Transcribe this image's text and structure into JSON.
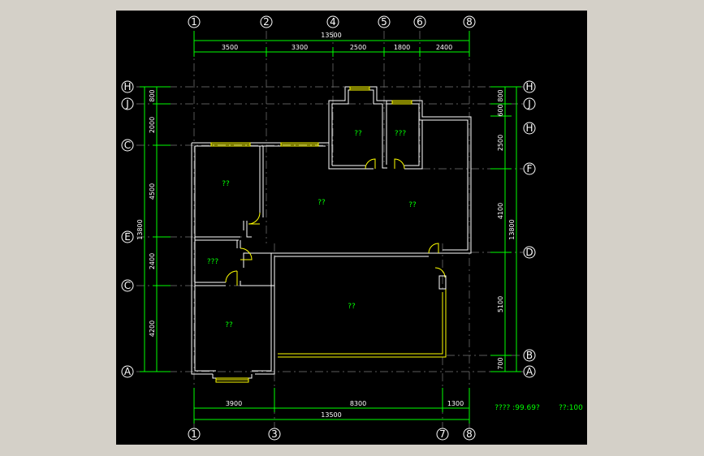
{
  "colors": {
    "background": "#d4d0c8",
    "canvas": "#000000",
    "dimension": "#00ff00",
    "wall": "#ffffff",
    "door": "#ffff00",
    "grid": "#7a7a7a"
  },
  "axes": {
    "top": [
      "1",
      "2",
      "4",
      "5",
      "6",
      "8"
    ],
    "bottom": [
      "1",
      "3",
      "7",
      "8"
    ],
    "left": [
      "H",
      "J",
      "C",
      "E",
      "C",
      "A"
    ],
    "right": [
      "H",
      "J",
      "H",
      "F",
      "D",
      "B",
      "A"
    ]
  },
  "dimensions": {
    "top_total": "13500",
    "top_segments": [
      "3500",
      "3300",
      "2500",
      "1800",
      "2400"
    ],
    "bottom_segments": [
      "3900",
      "8300",
      "1300"
    ],
    "bottom_total": "13500",
    "left_outer": [
      "800",
      "2000",
      "4500",
      "2400",
      "4200"
    ],
    "left_total": "13800",
    "right_outer": [
      "800",
      "600",
      "2500",
      "4100",
      "5100",
      "700"
    ],
    "right_total": "13800"
  },
  "rooms": {
    "bed_upper_left": "??",
    "storage": "???",
    "bed_lower_left": "??",
    "living": "??",
    "hall": "??",
    "living_lower": "??",
    "kitchen": "??",
    "bath": "???"
  },
  "footer": {
    "area": "???? :99.69?",
    "scale": "??:100"
  }
}
